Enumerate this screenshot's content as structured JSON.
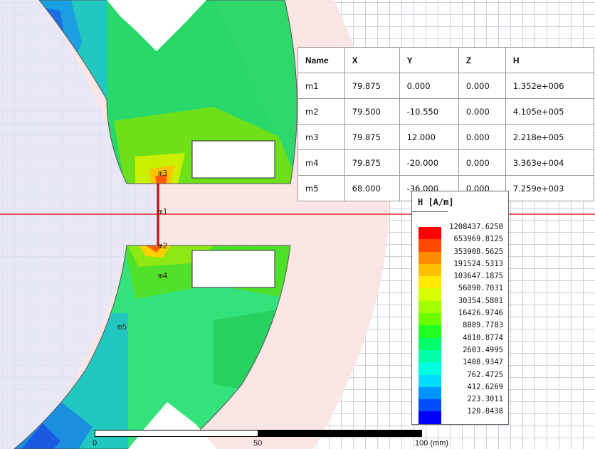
{
  "results_table": {
    "headers": [
      "Name",
      "X",
      "Y",
      "Z",
      "H"
    ],
    "rows": [
      [
        "m1",
        "79.875",
        "0.000",
        "0.000",
        "1.352e+006"
      ],
      [
        "m2",
        "79.500",
        "-10.550",
        "0.000",
        "4.105e+005"
      ],
      [
        "m3",
        "79.875",
        "12.000",
        "0.000",
        "2.218e+005"
      ],
      [
        "m4",
        "79.875",
        "-20.000",
        "0.000",
        "3.363e+004"
      ],
      [
        "m5",
        "68.000",
        "-36.000",
        "0.000",
        "7.259e+003"
      ]
    ]
  },
  "legend": {
    "title": "H [A/m]",
    "values": [
      "1208437.6250",
      "653969.8125",
      "353908.5625",
      "191524.5313",
      "103647.1875",
      "56090.7031",
      "30354.5801",
      "16426.9746",
      "8889.7783",
      "4810.8774",
      "2603.4995",
      "1408.9347",
      "762.4725",
      "412.6269",
      "223.3011",
      "120.8438"
    ],
    "colors": [
      "#ff0000",
      "#ff4a00",
      "#ff8c00",
      "#ffbe00",
      "#ffea00",
      "#d8ff00",
      "#a4ff00",
      "#6cff00",
      "#22ff22",
      "#00ff6a",
      "#00ffa8",
      "#00ffe0",
      "#00dcff",
      "#0094ff",
      "#004cff",
      "#0000ff"
    ]
  },
  "markers": [
    "m1",
    "m2",
    "m3",
    "m4",
    "m5"
  ],
  "scale_bar": {
    "labels": [
      "0",
      "50",
      "100 (mm)"
    ]
  },
  "colors": {
    "crosshair": "#e00000",
    "air_region": "#fbe3e3",
    "rotor_region": "#e3e3f5",
    "grid": "#c9d0dc"
  }
}
